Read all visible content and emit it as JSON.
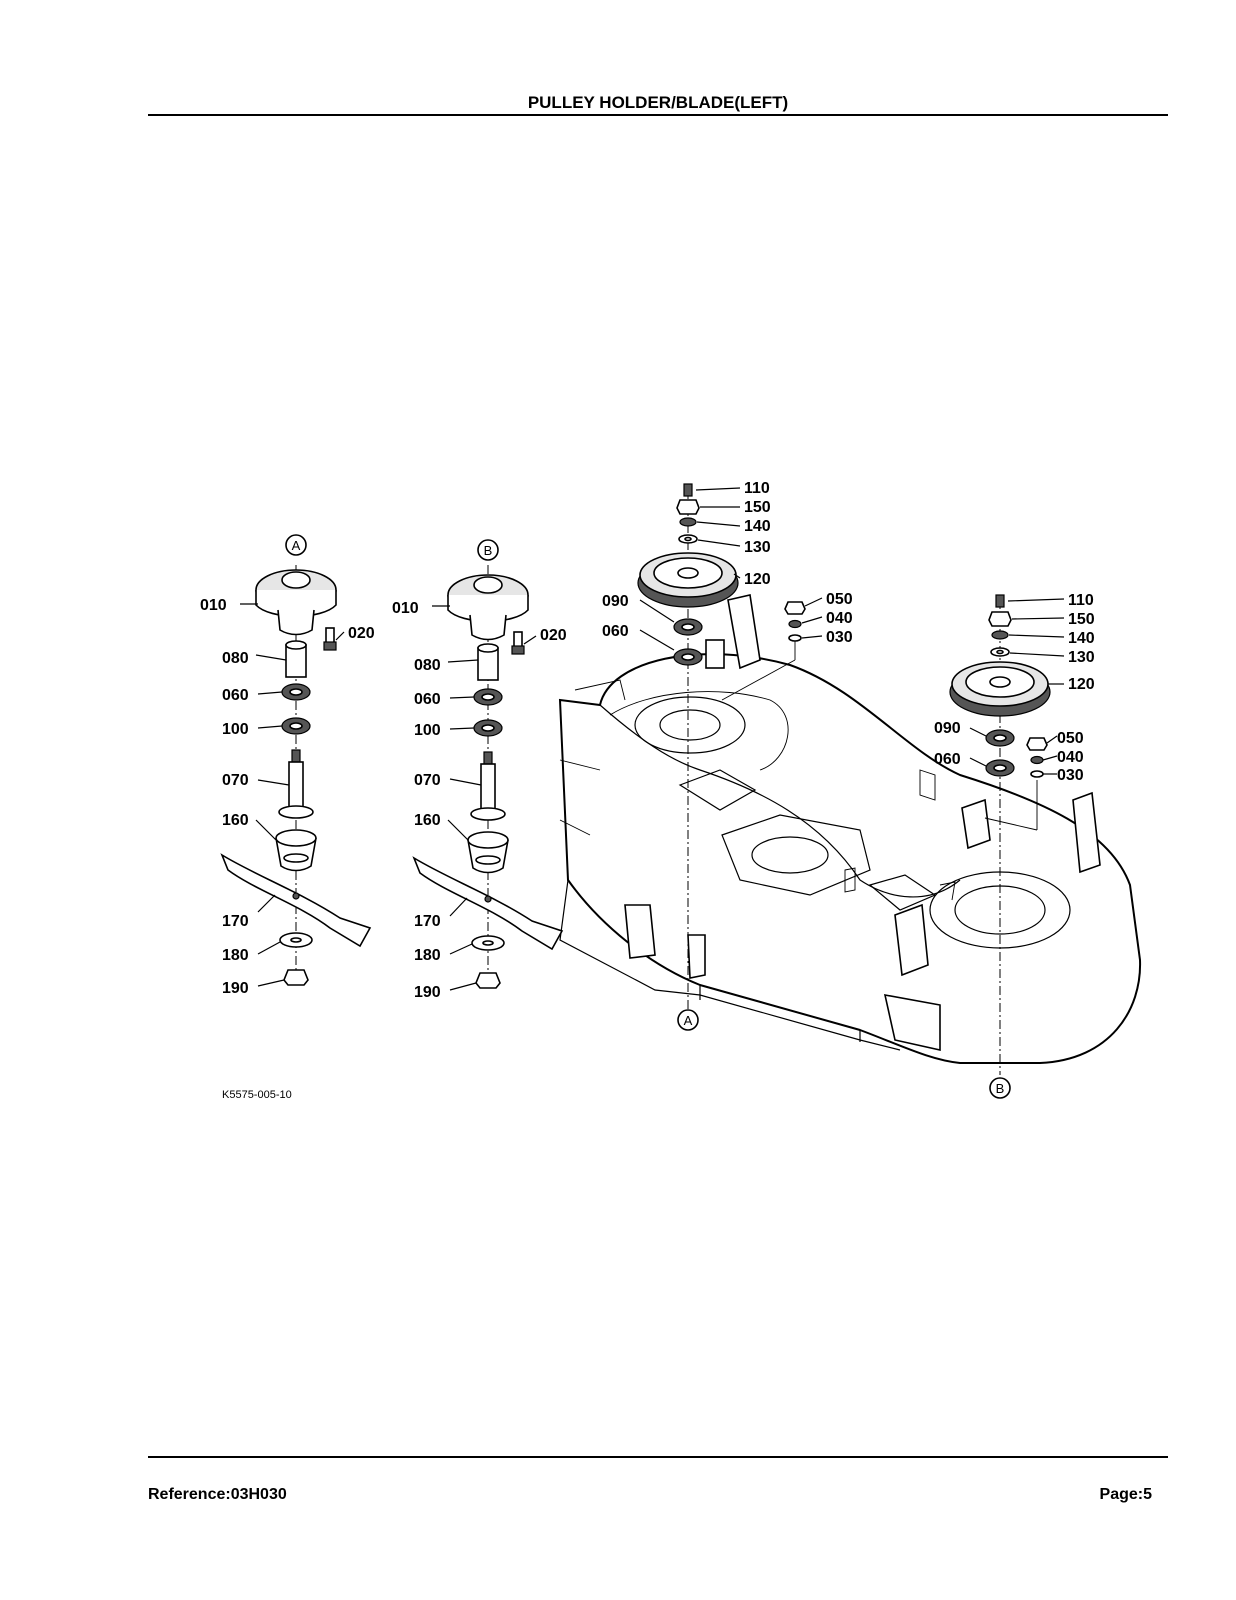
{
  "header": {
    "title": "PULLEY HOLDER/BLADE(LEFT)"
  },
  "footer": {
    "reference": "Reference:03H030",
    "page": "Page:5"
  },
  "diagram": {
    "figure_code": "K5575-005-10",
    "view_markers": {
      "a": "A",
      "b": "B"
    },
    "callouts": {
      "a_010": "010",
      "a_020": "020",
      "a_080": "080",
      "a_060": "060",
      "a_100": "100",
      "a_070": "070",
      "a_160": "160",
      "a_170": "170",
      "a_180": "180",
      "a_190": "190",
      "b_010": "010",
      "b_020": "020",
      "b_080": "080",
      "b_060": "060",
      "b_100": "100",
      "b_070": "070",
      "b_160": "160",
      "b_170": "170",
      "b_180": "180",
      "b_190": "190",
      "c_110": "110",
      "c_150": "150",
      "c_140": "140",
      "c_130": "130",
      "c_120": "120",
      "c_090": "090",
      "c_060": "060",
      "c_050": "050",
      "c_040": "040",
      "c_030": "030",
      "d_110": "110",
      "d_150": "150",
      "d_140": "140",
      "d_130": "130",
      "d_120": "120",
      "d_090": "090",
      "d_060": "060",
      "d_050": "050",
      "d_040": "040",
      "d_030": "030"
    }
  }
}
